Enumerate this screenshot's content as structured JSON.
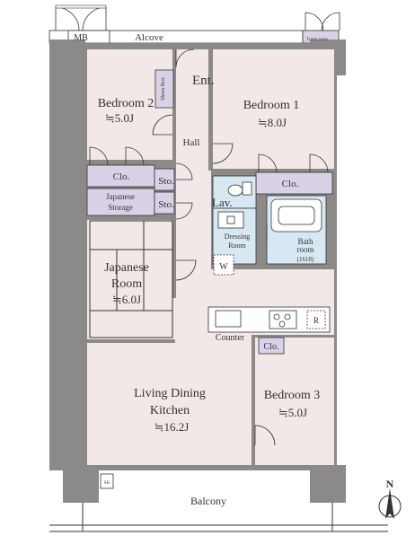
{
  "rooms": {
    "bedroom2": {
      "name": "Bedroom 2",
      "size": "≒5.0J"
    },
    "bedroom1": {
      "name": "Bedroom 1",
      "size": "≒8.0J"
    },
    "japanese_room": {
      "name_line1": "Japanese",
      "name_line2": "Room",
      "size": "≒6.0J"
    },
    "ldk": {
      "name_line1": "Living Dining",
      "name_line2": "Kitchen",
      "size": "≒16.2J"
    },
    "bedroom3": {
      "name": "Bedroom 3",
      "size": "≒5.0J"
    }
  },
  "labels": {
    "mb": "MB",
    "alcove": "Alcove",
    "trunk_room": "Trunk room",
    "entrance": "Ent.",
    "shoes_box": "Shoes Box",
    "hall": "Hall",
    "closet": "Clo.",
    "japanese_storage_line1": "Japanese",
    "japanese_storage_line2": "Storage",
    "storage": "Sto.",
    "lavatory": "Lav.",
    "dressing_room_line1": "Dressing",
    "dressing_room_line2": "Room",
    "washer": "W",
    "bathroom_line1": "Bath",
    "bathroom_line2": "room",
    "bath_size": "(1618)",
    "counter": "Counter",
    "refrigerator": "R",
    "balcony": "Balcony",
    "sk": "SK",
    "north": "N"
  }
}
